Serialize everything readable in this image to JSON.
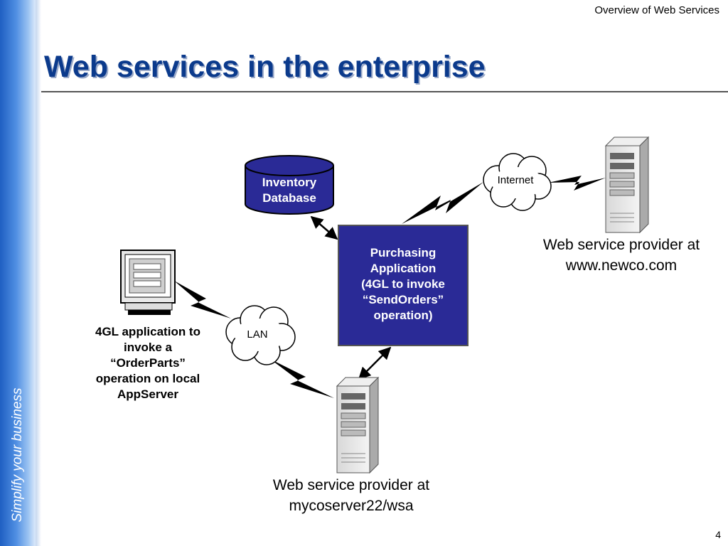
{
  "header_note": "Overview of Web Services",
  "title": "Web services in the enterprise",
  "sidebar_tagline": "Simplify your business",
  "page_number": "4",
  "diagram": {
    "inventory_db": {
      "line1": "Inventory",
      "line2": "Database"
    },
    "purchasing_app": {
      "lines": [
        "Purchasing",
        "Application",
        "(4GL to invoke",
        "“SendOrders”",
        "operation)"
      ]
    },
    "internet_cloud": "Internet",
    "lan_cloud": "LAN",
    "client_app": {
      "lines": [
        "4GL application to",
        "invoke a",
        "“OrderParts”",
        "operation on local",
        "AppServer"
      ]
    },
    "newco_provider": {
      "line1": "Web service provider at",
      "line2": "www.newco.com"
    },
    "local_provider": {
      "line1": "Web service provider at",
      "line2": "mycoserver22/wsa"
    }
  },
  "colors": {
    "title": "#0b3a8c",
    "node_fill": "#2a2a96",
    "sidebar": "#2f72d0"
  }
}
